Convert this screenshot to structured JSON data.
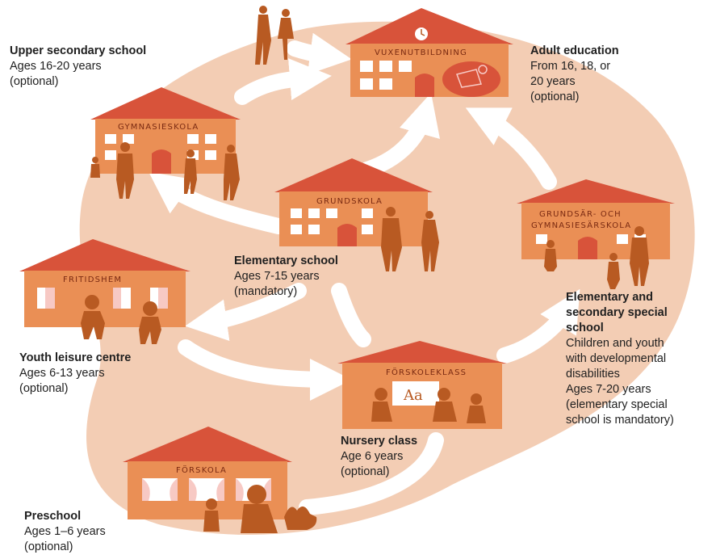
{
  "colors": {
    "background_blob": "#f3cdb4",
    "arrow": "#ffffff",
    "building_wall": "#ea8f55",
    "roof": "#d8533a",
    "figure": "#b85a22",
    "window": "#ffffff",
    "curtain": "#f7c9c4",
    "text": "#1f1f1f"
  },
  "buildings": {
    "adult": {
      "sign": "VUXENUTBILDNING"
    },
    "upper": {
      "sign": "GYMNASIESKOLA"
    },
    "elementary": {
      "sign": "GRUNDSKOLA"
    },
    "special": {
      "sign_line1": "GRUNDSÄR- OCH",
      "sign_line2": "GYMNASIESÄRSKOLA"
    },
    "leisure": {
      "sign": "FRITIDSHEM"
    },
    "nursery": {
      "sign": "FÖRSKOLEKLASS",
      "board_text": "Aa"
    },
    "preschool": {
      "sign": "FÖRSKOLA"
    }
  },
  "captions": {
    "upper": {
      "title": "Upper secondary school",
      "desc": "Ages 16-20 years\n(optional)"
    },
    "adult": {
      "title": "Adult education",
      "desc": "From 16, 18, or\n20 years\n(optional)"
    },
    "elementary": {
      "title": "Elementary school",
      "desc": "Ages 7-15 years\n(mandatory)"
    },
    "special": {
      "title": "Elementary and\nsecondary special\nschool",
      "desc": "Children and youth\nwith developmental\ndisabilities\nAges 7-20 years\n(elementary special\nschool is mandatory)"
    },
    "leisure": {
      "title": "Youth leisure centre",
      "desc": "Ages 6-13 years\n(optional)"
    },
    "nursery": {
      "title": "Nursery class",
      "desc": "Age 6 years\n(optional)"
    },
    "preschool": {
      "title": "Preschool",
      "desc": "Ages 1–6 years\n(optional)"
    }
  }
}
